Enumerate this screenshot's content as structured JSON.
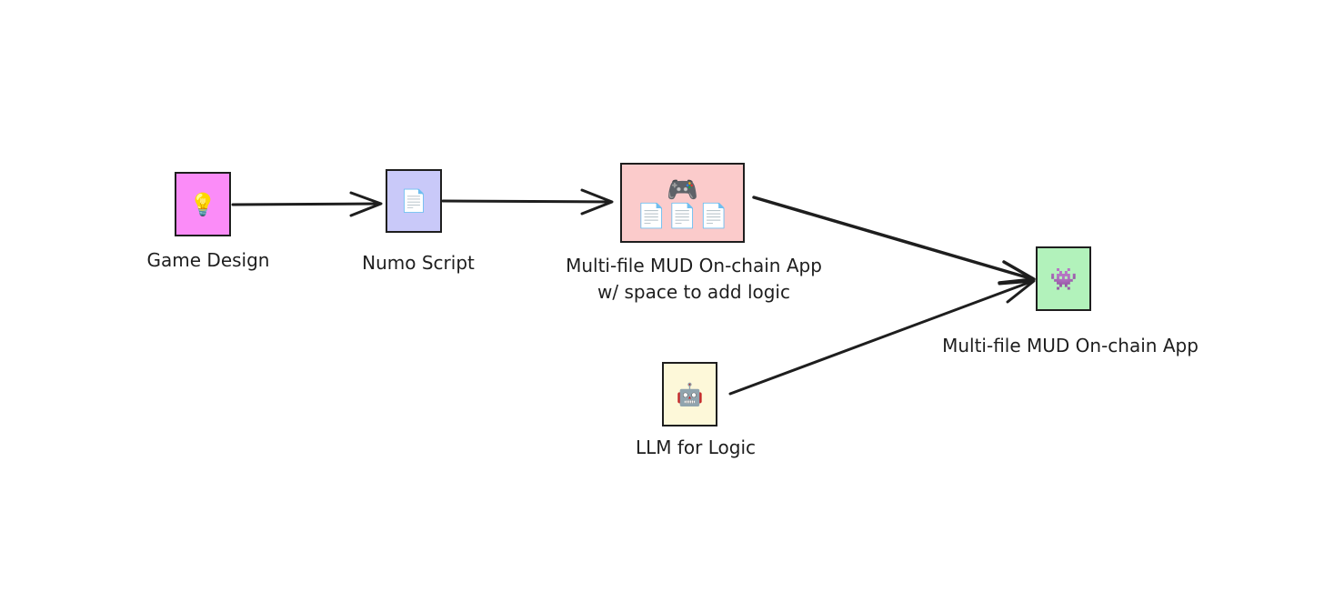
{
  "nodes": {
    "game_design": {
      "label": "Game Design",
      "icon": "lightbulb-icon",
      "glyph": "💡",
      "fill": "#fb8cf8"
    },
    "numo_script": {
      "label": "Numo Script",
      "icon": "document-icon",
      "glyph": "📄",
      "fill": "#c9c9f9"
    },
    "mud_app_template": {
      "label_line1": "Multi-file MUD On-chain App",
      "label_line2": "w/ space to add logic",
      "icon": "gamepad-icon",
      "glyph": "🎮",
      "doc_icon": "document-icon",
      "doc_glyph": "📄",
      "fill": "#fbcbcb"
    },
    "llm": {
      "label": "LLM for Logic",
      "icon": "robot-icon",
      "glyph": "🤖",
      "fill": "#fdf8d9"
    },
    "mud_app_final": {
      "label": "Multi-file MUD On-chain App",
      "icon": "alien-monster-icon",
      "glyph": "👾",
      "fill": "#b2f2bb"
    }
  },
  "edges": [
    {
      "from": "game_design",
      "to": "numo_script"
    },
    {
      "from": "numo_script",
      "to": "mud_app_template"
    },
    {
      "from": "mud_app_template",
      "to": "mud_app_final"
    },
    {
      "from": "llm",
      "to": "mud_app_final"
    }
  ],
  "stroke_color": "#1e1e1e"
}
